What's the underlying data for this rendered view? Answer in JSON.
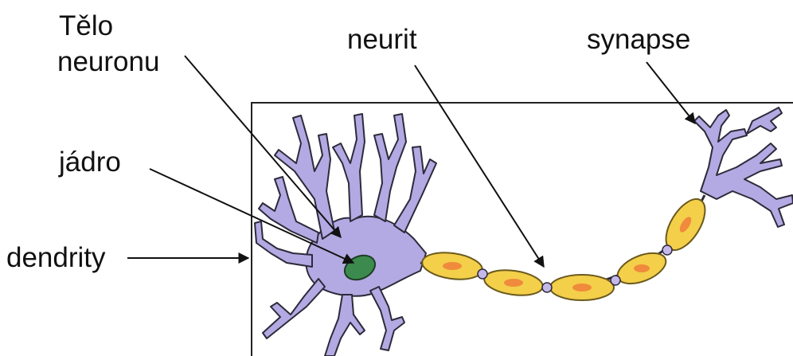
{
  "labels": {
    "telo_line1": "Tělo",
    "telo_line2": "neuronu",
    "jadro": "jádro",
    "dendrity": "dendrity",
    "neurit": "neurit",
    "synapse": "synapse"
  },
  "colors": {
    "body_fill": "#b3a9e3",
    "body_stroke": "#2e2a3a",
    "nucleus_fill": "#3c8a4e",
    "myelin_fill": "#f3cf4a",
    "myelin_spot": "#f08a3c",
    "node_fill": "#c4b7ea",
    "line_color": "#111111",
    "frame_color": "#222222"
  }
}
